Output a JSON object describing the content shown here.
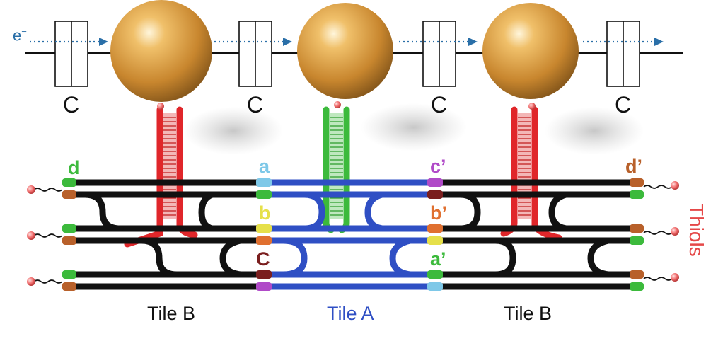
{
  "electron": {
    "label": "e"
  },
  "capacitors": {
    "label": "C"
  },
  "ends": {
    "d": "d",
    "a": "a",
    "b": "b",
    "c": "C",
    "c_prime": "c’",
    "b_prime": "b’",
    "a_prime": "a’",
    "d_prime": "d’"
  },
  "tiles": {
    "left": "Tile B",
    "center": "Tile A",
    "right": "Tile B"
  },
  "side_label": "Thiols",
  "colors": {
    "gold": "#d49a3a",
    "wire": "#111111",
    "electron_flow": "#2a6fa8",
    "dna_black": "#111111",
    "dna_blue": "#2f4fc4",
    "stem_red": "#e0262a",
    "stem_green": "#3cba3c",
    "thiol": "#f06a6a"
  }
}
